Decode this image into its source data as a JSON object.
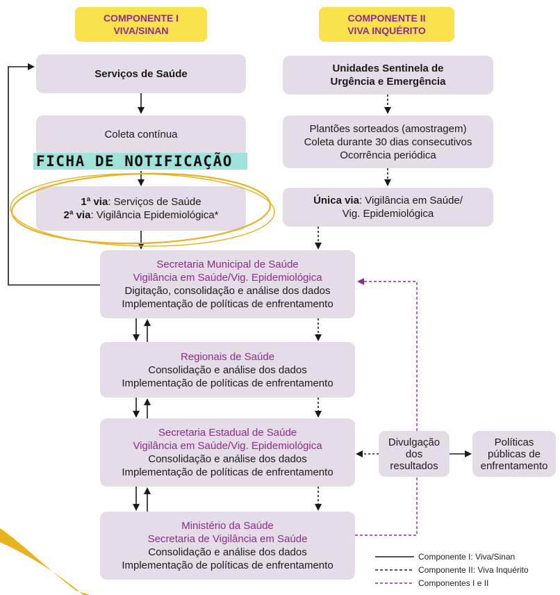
{
  "components": {
    "c1_line1": "COMPONENTE I",
    "c1_line2": "VIVA/SINAN",
    "c2_line1": "COMPONENTE II",
    "c2_line2": "VIVA INQUÉRITO"
  },
  "left_column": {
    "servicos": "Serviços de Saúde",
    "coleta": "Coleta contínua",
    "ficha_label": "FICHA DE NOTIFICAÇÃO",
    "via1_bold": "1ª via",
    "via1_rest": ": Serviços de Saúde",
    "via2_bold": "2ª via",
    "via2_rest": ": Vigilância Epidemiológica*"
  },
  "right_column": {
    "unidades_line1": "Unidades Sentinela de",
    "unidades_line2": "Urgência e Emergência",
    "plantoes_line1": "Plantões sorteados (amostragem)",
    "plantoes_line2": "Coleta durante 30 dias consecutivos",
    "plantoes_line3": "Ocorrência periódica",
    "unica_bold": "Única via",
    "unica_rest": ": Vigilância em Saúde/",
    "unica_line2": "Vig. Epidemiológica"
  },
  "municipal": {
    "title1": "Secretaria Municipal de Saúde",
    "title2": "Vigilância em Saúde/Vig. Epidemiológica",
    "line1": "Digitação, consolidação e análise dos dados",
    "line2": "Implementação de políticas de enfrentamento"
  },
  "regionais": {
    "title1": "Regionais de Saúde",
    "line1": "Consolidação e análise dos dados",
    "line2": "Implementação de políticas de enfrentamento"
  },
  "estadual": {
    "title1": "Secretaria Estadual de Saúde",
    "title2": "Vigilância em Saúde/Vig. Epidemiológica",
    "line1": "Consolidação e análise dos dados",
    "line2": "Implementação de políticas de enfrentamento"
  },
  "ministerio": {
    "title1": "Ministério da Saúde",
    "title2": "Secretaria de Vigilância em Saúde",
    "line1": "Consolidação e análise dos dados",
    "line2": "Implementação de políticas de enfrentamento"
  },
  "divulgacao": {
    "line1": "Divulgação",
    "line2": "dos",
    "line3": "resultados"
  },
  "politicas": {
    "line1": "Políticas",
    "line2": "públicas de",
    "line3": "enfrentamento"
  },
  "legend": {
    "solid": "Componente I: Viva/Sinan",
    "dashed_dark": "Componente II: Viva Inquérito",
    "dashed_purple": "Componentes I e II"
  },
  "colors": {
    "box_fill": "#e4dce6",
    "yellow": "#f9e24c",
    "purple_text": "#8a2d8a",
    "highlight_teal": "#9fe2d9",
    "gold_marker": "#e8b31f"
  }
}
